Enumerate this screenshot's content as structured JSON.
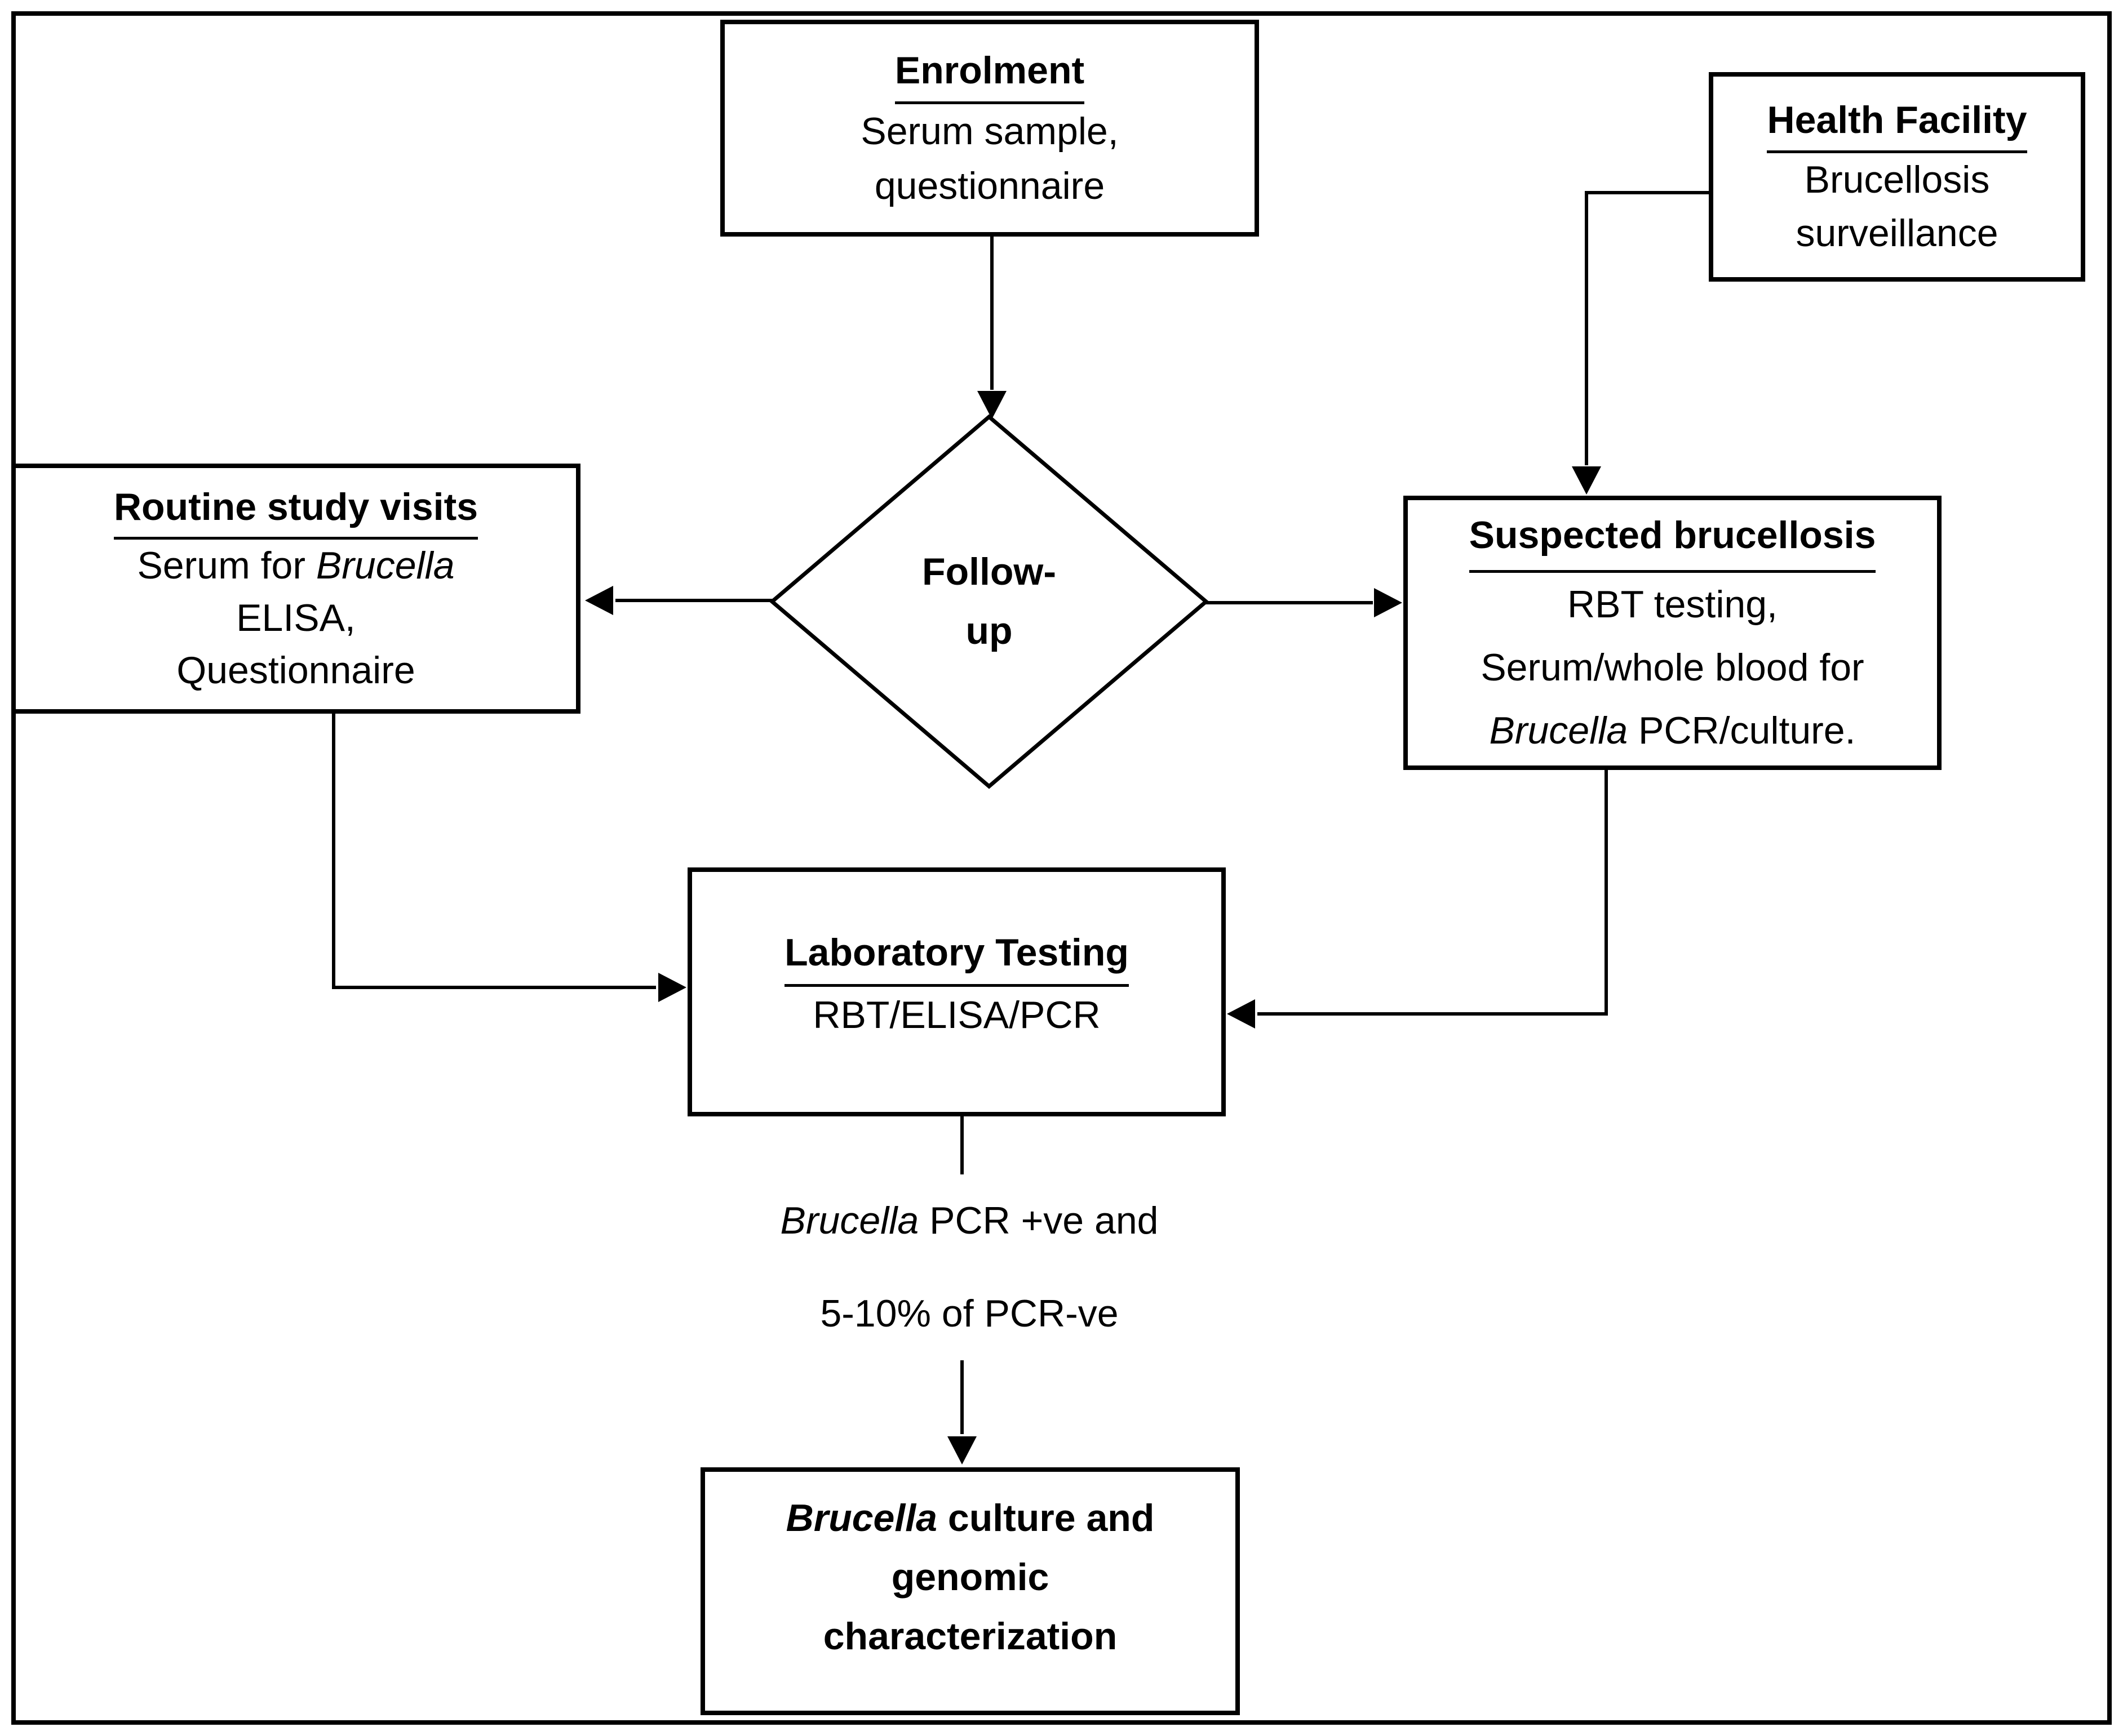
{
  "diagram": {
    "enrolment": {
      "title": "Enrolment",
      "line1": "Serum sample,",
      "line2": "questionnaire"
    },
    "health_facility": {
      "title": "Health Facility",
      "line1": "Brucellosis",
      "line2": "surveillance"
    },
    "followup": {
      "line1": "Follow-",
      "line2": "up"
    },
    "routine": {
      "title": "Routine study visits",
      "line1_pre": "Serum for ",
      "line1_italic": "Brucella",
      "line2": "ELISA,",
      "line3": "Questionnaire"
    },
    "suspected": {
      "title": "Suspected brucellosis",
      "line1": "RBT testing,",
      "line2": "Serum/whole blood for",
      "line3_italic": "Brucella",
      "line3_post": " PCR/culture."
    },
    "laboratory": {
      "title": "Laboratory Testing",
      "line1": "RBT/ELISA/PCR"
    },
    "pcr_label": {
      "line1_italic": "Brucella",
      "line1_post": " PCR +ve and",
      "line2": "5-10% of PCR-ve"
    },
    "culture": {
      "line1_italic": "Brucella",
      "line1_post": " culture and",
      "line2": "genomic",
      "line3": "characterization"
    }
  },
  "colors": {
    "line": "#000000",
    "box_fill": "#ffffff",
    "page_background": "#ffffff",
    "text": "#000000"
  }
}
